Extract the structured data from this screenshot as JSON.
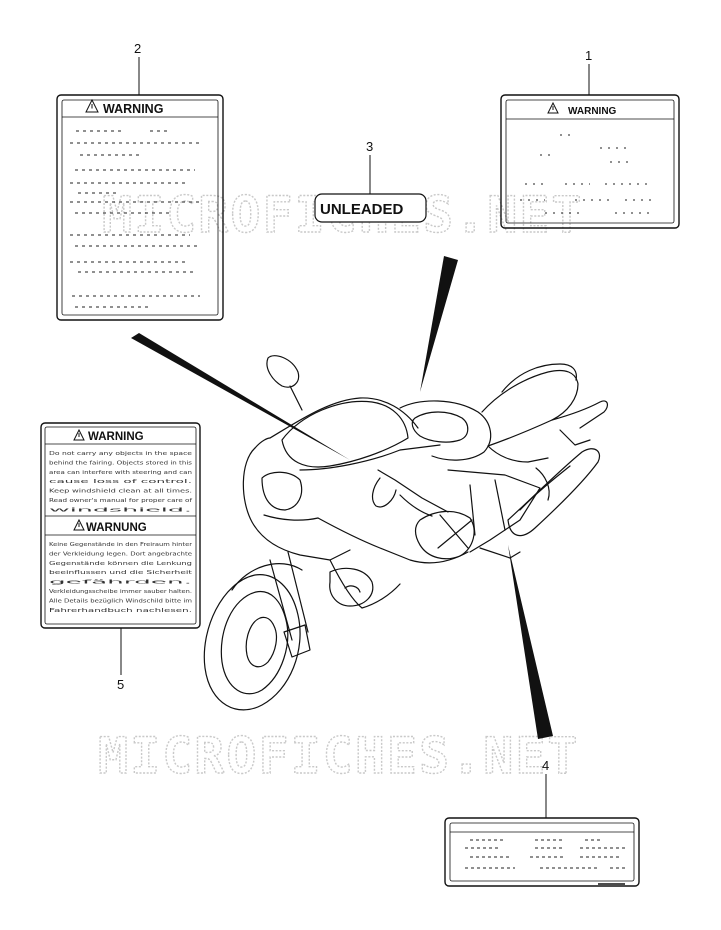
{
  "watermark": "MICROFICHES.NET",
  "callouts": [
    "1",
    "2",
    "3",
    "4",
    "5"
  ],
  "labels": {
    "warning": "WARNING",
    "warnung": "WARNUNG",
    "unleaded": "UNLEADED",
    "label5_warning_lines": [
      "Do not carry any objects in the space",
      "behind the fairing. Objects stored in this",
      "area can interfere with steering and can",
      "cause loss of control.",
      "Keep windshield clean at all times.",
      "Read owner's manual for proper care of",
      "windshield."
    ],
    "label5_warnung_lines": [
      "Keine Gegenstände in den Freiraum hinter",
      "der Verkleidung legen. Dort angebrachte",
      "Gegenstände können die Lenkung",
      "beeinflussen und die Sicherheit",
      "gefährden.",
      "Verkleidungsscheibe immer sauber halten.",
      "Alle Details bezüglich Windschild bitte im",
      "Fahrerhandbuch nachlesen."
    ]
  }
}
